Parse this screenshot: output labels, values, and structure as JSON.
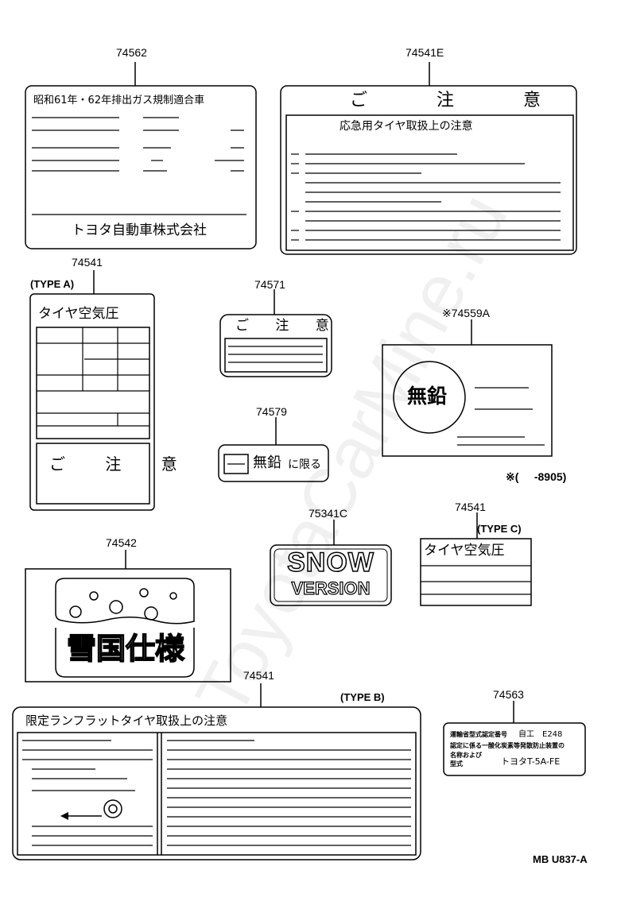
{
  "watermark": "ToyotaCarMine.ru",
  "parts": {
    "p74562": {
      "number": "74562",
      "title": "昭和61年・62年排出ガス規制適合車",
      "footer": "トヨタ自動車株式会社"
    },
    "p74541E": {
      "number": "74541E",
      "heading": "ご 注 意",
      "subheading": "応急用タイヤ取扱上の注意"
    },
    "p74541A": {
      "number": "74541",
      "type": "(TYPE A)",
      "title": "タイヤ空気圧",
      "caution": "ご 注 意"
    },
    "p74571": {
      "number": "74571",
      "heading": "ご 注 意"
    },
    "p74559A": {
      "number": "※74559A",
      "circle_text": "無鉛",
      "note": "※(     -8905)"
    },
    "p74579": {
      "number": "74579",
      "text_main": "無鉛",
      "text_sub": "に限る"
    },
    "p75341C": {
      "number": "75341C",
      "line1": "SNOW",
      "line2": "VERSION"
    },
    "p74541C": {
      "number": "74541",
      "type": "(TYPE C)",
      "title": "タイヤ空気圧"
    },
    "p74542": {
      "number": "74542",
      "text": "雪国仕様"
    },
    "p74541B": {
      "number": "74541",
      "type": "(TYPE B)",
      "title": "限定ランフラットタイヤ取扱上の注意"
    },
    "p74563": {
      "number": "74563",
      "row1_label": "運輸省型式認定番号",
      "row1_value": "自工　E248",
      "row2_label": "認定に係る一酸化炭素等発散防止装置の",
      "row3_label": "名称および",
      "row4_label": "型式",
      "row4_value": "トヨタT-5A-FE"
    },
    "drawing_code": "MB U837-A"
  }
}
